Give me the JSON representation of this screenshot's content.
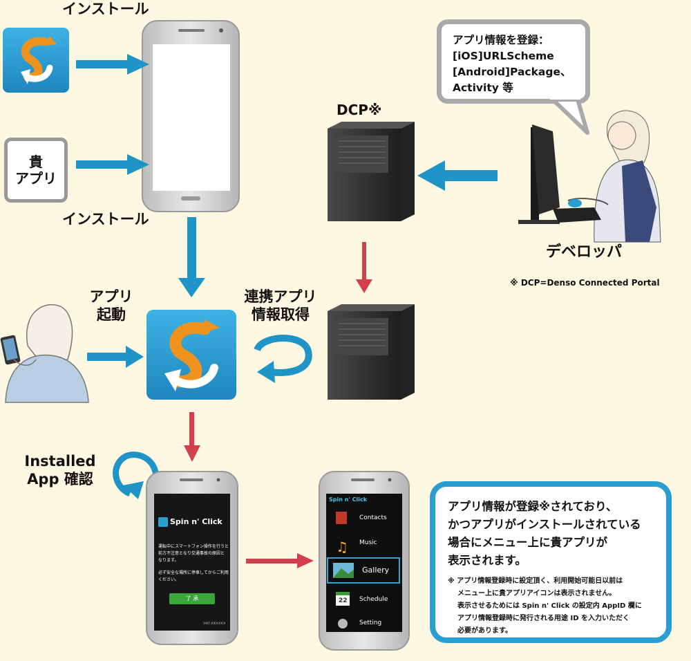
{
  "labels": {
    "install_top": "インストール",
    "install_bottom": "インストール",
    "your_app_line1": "貴",
    "your_app_line2": "アプリ",
    "dcp": "DCP※",
    "developer": "デベロッパ",
    "dcp_note": "※ DCP=Denso Connected Portal",
    "app_launch_line1": "アプリ",
    "app_launch_line2": "起動",
    "linked_app_line1": "連携アプリ",
    "linked_app_line2": "情報取得",
    "installed_line1": "Installed",
    "installed_line2": "App 確認"
  },
  "bubble": {
    "lines": [
      "アプリ情報を登録：",
      "[iOS]URLScheme",
      "[Android]Package、",
      "Activity 等"
    ]
  },
  "phone1": {
    "logo": "Spin n' Click",
    "message_lines": [
      "運転中にスマートフォン操作を行うと",
      "前方不注意となり交通事故の原因と",
      "なります。",
      "",
      "必ず安全な場所に停車してからご利用",
      "ください。"
    ],
    "button": "了 承",
    "version": "ver.xxxxxx"
  },
  "phone2": {
    "logo": "Spin n' Click",
    "menu": [
      "Contacts",
      "Music",
      "Gallery",
      "Schedule",
      "Setting"
    ],
    "calendar_day": "22"
  },
  "info_box": {
    "main_lines": [
      "アプリ情報が登録※されており、",
      "かつアプリがインストールされている",
      "場合にメニュー上に貴アプリが",
      "表示されます。"
    ],
    "note_lines": [
      "※ アプリ情報登録時に設定頂く、利用開始可能日以前は",
      "メニュー上に貴アプリアイコンは表示されません。",
      "表示させるためには Spin n' Click の設定内 AppID 欄に",
      "アプリ情報登録時に発行される用途 ID を入力いただく",
      "必要があります。"
    ]
  },
  "colors": {
    "background": "#fdf8e1",
    "blue_arrow": "#1e95c6",
    "red_arrow": "#d1404b",
    "app_blue": "#2a9ed0",
    "app_orange": "#f0921e",
    "server": "#3a3a3a"
  }
}
